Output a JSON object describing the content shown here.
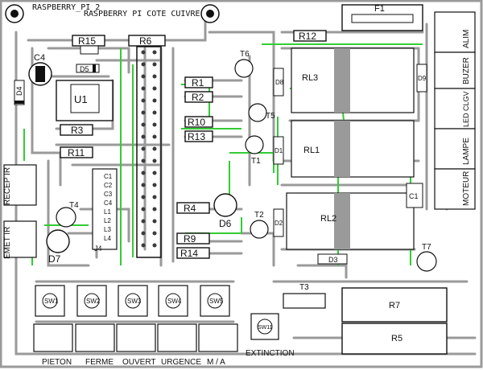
{
  "board": {
    "title": "RASPBERRY_PI_2",
    "subtitle": "RASPBERRY PI COTE CUIVRE"
  },
  "colors": {
    "background": "#ffffff",
    "track": "#9a9a9a",
    "track_dark": "#7d7d7d",
    "track_green": "#33cc33",
    "outline": "#111111",
    "pad": "#3a3a3a"
  },
  "components": {
    "R15": "R15",
    "R6": "R6",
    "R12": "R12",
    "F1": "F1",
    "C4": "C4",
    "D5": "D5",
    "D4": "D4",
    "U1": "U1",
    "R1": "R1",
    "R2": "R2",
    "R10": "R10",
    "R13": "R13",
    "R3": "R3",
    "R11": "R11",
    "R4": "R4",
    "R9": "R9",
    "R14": "R14",
    "T6": "T6",
    "D8": "D8",
    "RL3": "RL3",
    "D9": "D9",
    "T5": "T5",
    "T1": "T1",
    "D1": "D1",
    "RL1": "RL1",
    "T2": "T2",
    "D2": "D2",
    "RL2": "RL2",
    "C1": "C1",
    "T4": "T4",
    "D7": "D7",
    "D6": "D6",
    "J4": "J4",
    "D3": "D3",
    "T7": "T7",
    "T3": "T3",
    "R7": "R7",
    "R5": "R5",
    "SW1": "SW1",
    "SW2": "SW2",
    "SW3": "SW3",
    "SW4": "SW4",
    "SW5": "SW5",
    "SW11": "SW11",
    "C_list": [
      "C1",
      "C2",
      "C3",
      "C4",
      "L1",
      "L2",
      "L3",
      "L4"
    ]
  },
  "connectors_right": [
    "ALIM",
    "BUZER",
    "LED CLGV",
    "LAMPE",
    "MOTEUR"
  ],
  "connectors_left": [
    "RECEP IR",
    "EMET IR"
  ],
  "buttons_bottom": [
    "PIETON",
    "FERME",
    "OUVERT",
    "URGENCE",
    "M / A"
  ],
  "extinction_label": "EXTINCTION"
}
